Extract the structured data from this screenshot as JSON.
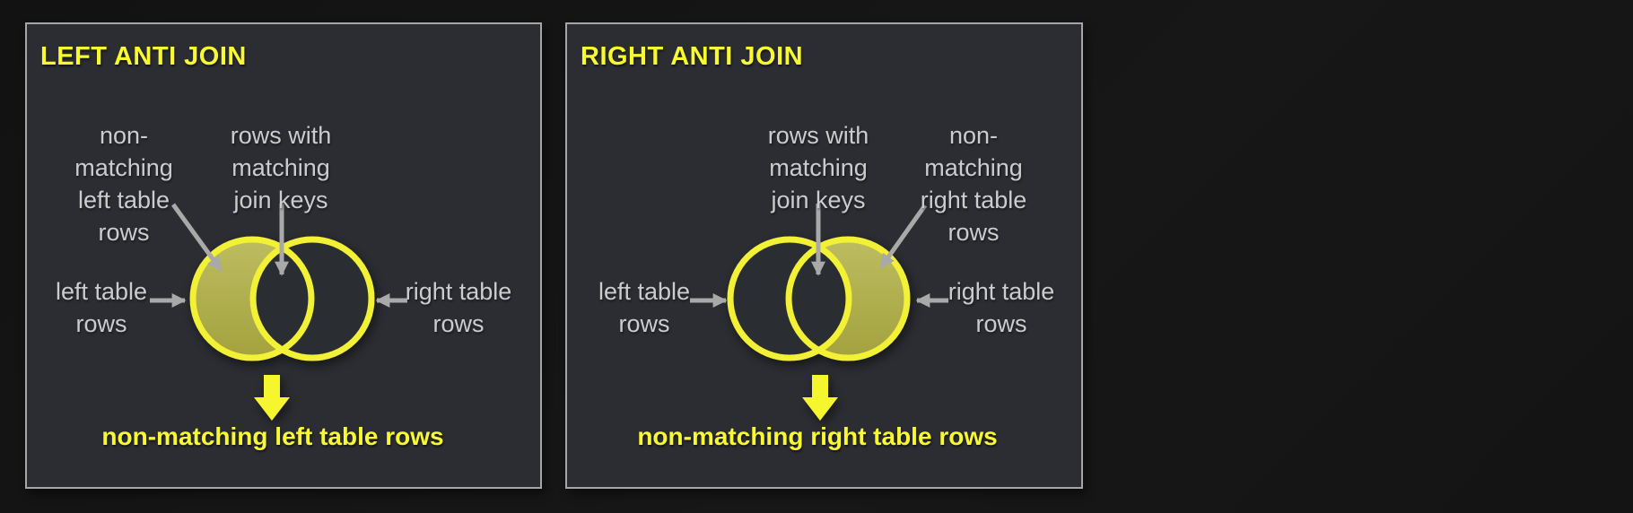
{
  "colors": {
    "background": "#141414",
    "panel_background": "#2b2d32",
    "panel_border": "#a6a6a6",
    "accent_yellow": "#f8f833",
    "ring_yellow": "#f2f135",
    "olive_fill_top": "#bdbc60",
    "olive_fill_bottom": "#a3a23e",
    "label_gray": "#cbcccd",
    "arrow_gray": "#a9a9a9"
  },
  "panels": [
    {
      "title": "LEFT ANTI JOIN",
      "labels": {
        "non_matching": "non-\nmatching\nleft table\nrows",
        "matching": "rows with\nmatching\njoin keys",
        "left_table": "left table\nrows",
        "right_table": "right table\nrows"
      },
      "caption": "non-matching left table rows",
      "highlighted_region": "left-crescent"
    },
    {
      "title": "RIGHT ANTI JOIN",
      "labels": {
        "matching": "rows with\nmatching\njoin keys",
        "non_matching": "non-\nmatching\nright table\nrows",
        "left_table": "left table\nrows",
        "right_table": "right table\nrows"
      },
      "caption": "non-matching right table rows",
      "highlighted_region": "right-crescent"
    }
  ]
}
